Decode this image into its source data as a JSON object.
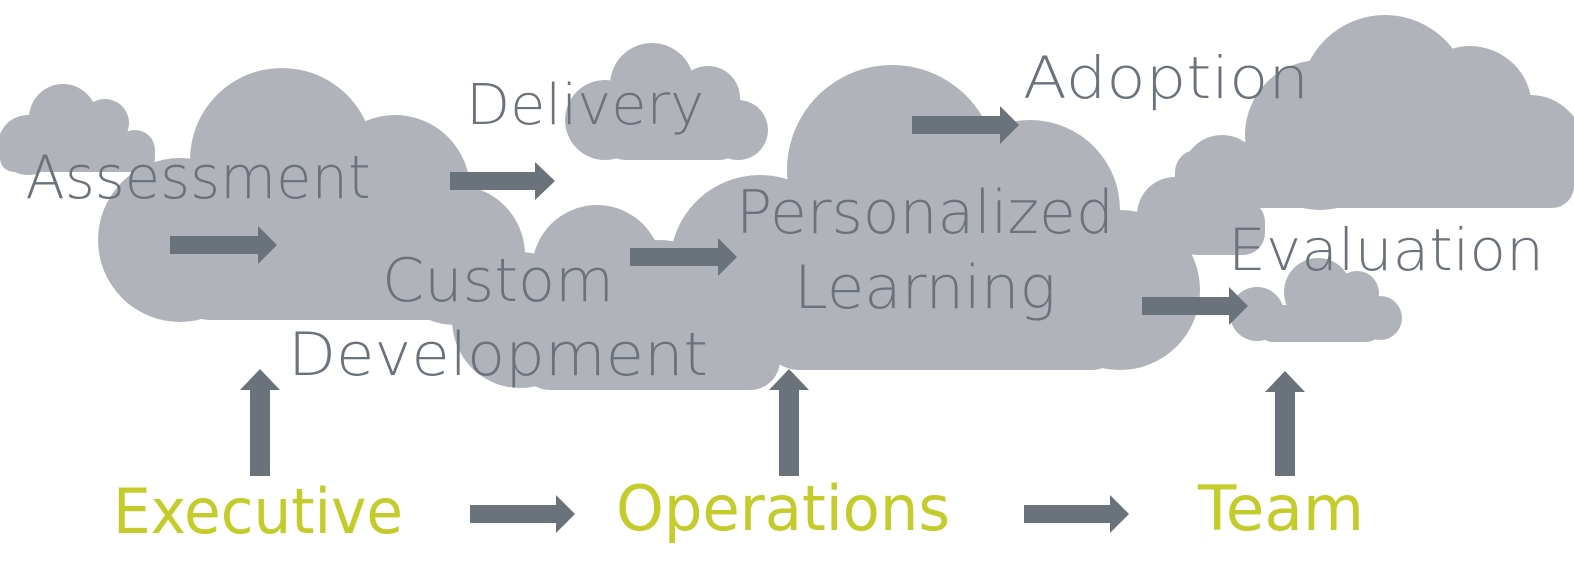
{
  "diagram": {
    "colors": {
      "cloud": "#b0b4ba",
      "arrow": "#6a727b",
      "stage_text": "#6a727b",
      "level_text": "#c3cc2a",
      "background": "#ffffff"
    },
    "stages": {
      "assessment": "Assessment",
      "delivery": "Delivery",
      "custom_line1": "Custom",
      "custom_line2": "Development",
      "personalized_line1": "Personalized",
      "personalized_line2": "Learning",
      "adoption": "Adoption",
      "evaluation": "Evaluation"
    },
    "levels": {
      "executive": "Executive",
      "operations": "Operations",
      "team": "Team"
    }
  }
}
